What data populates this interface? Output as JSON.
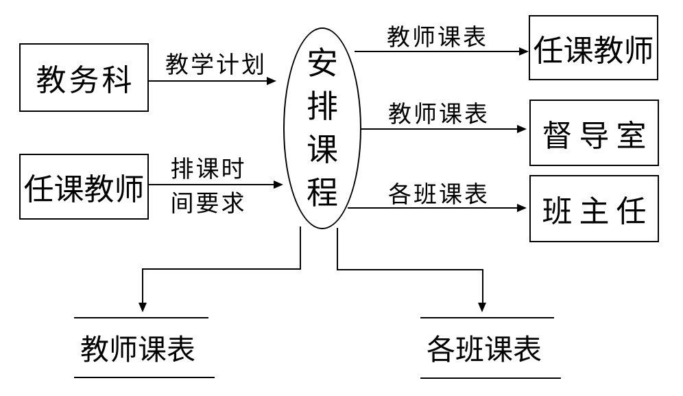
{
  "diagram": {
    "background": "#ffffff",
    "stroke_color": "#000000",
    "external_entities": {
      "academic_affairs": "教务科",
      "teachers_source": "任课教师",
      "teachers_sink": "任课教师",
      "supervision_office": "督导室",
      "head_teacher": "班主任"
    },
    "process": {
      "label": "安排课程",
      "chars": [
        "安",
        "排",
        "课",
        "程"
      ]
    },
    "flows": {
      "teaching_plan": "教学计划",
      "time_requirements_line1": "排课时",
      "time_requirements_line2": "间要求",
      "teacher_schedule_to_teachers": "教师课表",
      "teacher_schedule_to_supervision": "教师课表",
      "class_schedule_to_head_teacher": "各班课表"
    },
    "data_stores": {
      "teacher_schedule": "教师课表",
      "class_schedule": "各班课表"
    }
  }
}
